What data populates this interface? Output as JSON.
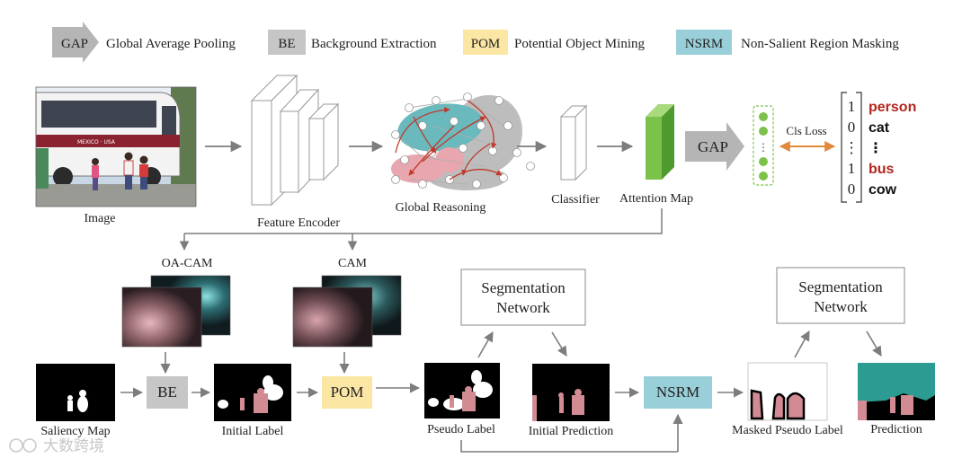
{
  "legend": [
    {
      "abbr": "GAP",
      "text": "Global Average Pooling"
    },
    {
      "abbr": "BE",
      "text": "Background Extraction"
    },
    {
      "abbr": "POM",
      "text": "Potential Object Mining"
    },
    {
      "abbr": "NSRM",
      "text": "Non-Salient Region Masking"
    }
  ],
  "captions": {
    "image": "Image",
    "feature_encoder": "Feature Encoder",
    "global_reasoning": "Global Reasoning",
    "classifier": "Classifier",
    "attention_map": "Attention Map",
    "gap": "GAP",
    "cls_loss": "Cls Loss",
    "oa_cam": "OA-CAM",
    "cam": "CAM",
    "saliency_map": "Saliency Map",
    "be": "BE",
    "initial_label": "Initial Label",
    "pom": "POM",
    "pseudo_label": "Pseudo Label",
    "seg_net_1_line1": "Segmentation",
    "seg_net_1_line2": "Network",
    "initial_prediction": "Initial Prediction",
    "nsrm": "NSRM",
    "seg_net_2_line1": "Segmentation",
    "seg_net_2_line2": "Network",
    "masked_pseudo_label": "Masked Pseudo Label",
    "prediction": "Prediction",
    "bus_sign": "MEXICO · USA"
  },
  "class_vector": {
    "values": [
      "1",
      "0",
      "⋮",
      "1",
      "0"
    ],
    "labels": [
      "person",
      "cat",
      "⋮",
      "bus",
      "cow"
    ],
    "highlight": [
      true,
      false,
      false,
      true,
      false
    ]
  },
  "watermark": "大数跨境",
  "colors": {
    "gap": "#b5b5b5",
    "be": "#c6c6c6",
    "pom": "#fbe6a4",
    "nsrm": "#99cfd8",
    "attention": "#7cc24a",
    "highlight": "#b3261e",
    "cls_arrow": "#e08a3c",
    "person_seg": "#d28a93",
    "bus_seg": "#2c9c93"
  }
}
